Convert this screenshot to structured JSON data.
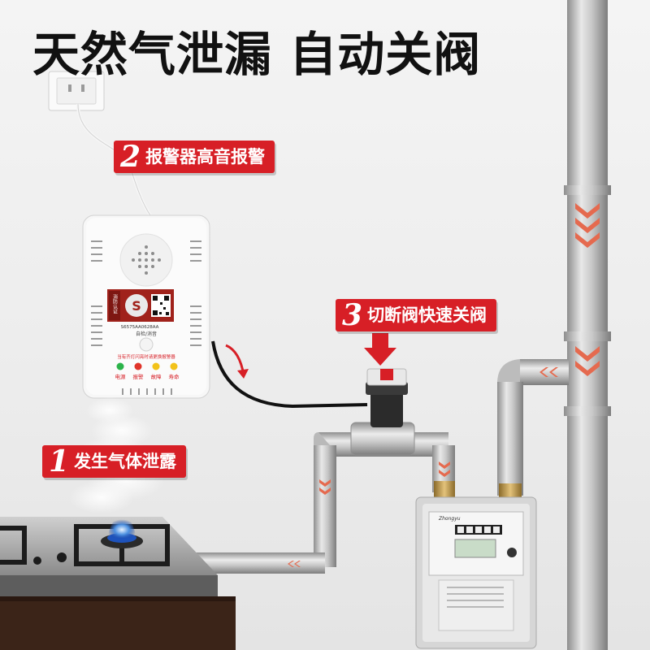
{
  "headline": "天然气泄漏 自动关阀",
  "callouts": [
    {
      "number": "1",
      "text": "发生气体泄露"
    },
    {
      "number": "2",
      "text": "报警器高音报警"
    },
    {
      "number": "3",
      "text": "切断阀快速关阀"
    }
  ],
  "detector": {
    "brand_label": "消防认证",
    "serial": "S6575AA0628AA",
    "button_label": "自检/消音",
    "notice": "当有齐灯闪亮时请更换报警器",
    "indicators": [
      {
        "label": "电源",
        "color": "#2bb34a"
      },
      {
        "label": "报警",
        "color": "#e0342a"
      },
      {
        "label": "故障",
        "color": "#f2c21a"
      },
      {
        "label": "寿命",
        "color": "#f2c21a"
      }
    ]
  },
  "meter": {
    "brand": "Zhongyu"
  },
  "colors": {
    "accent_red": "#d71f26",
    "pipe": "#b7b7b7",
    "arrow": "#e56a4f"
  }
}
